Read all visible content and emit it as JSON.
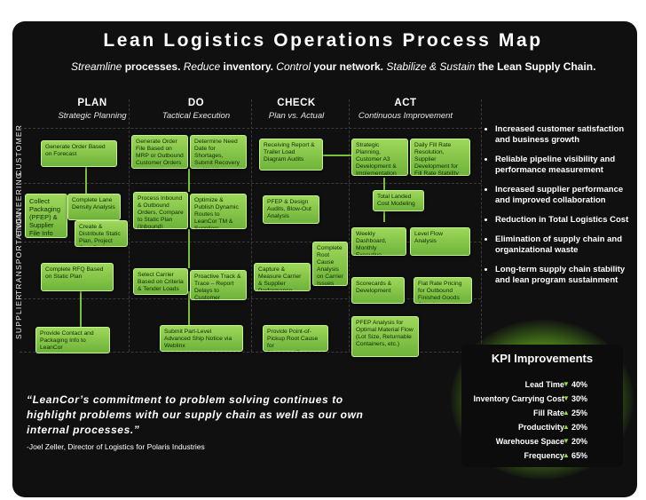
{
  "title": "Lean Logistics Operations Process Map",
  "subtitle": {
    "w1": "Streamline",
    "b1": "processes.",
    "w2": "Reduce",
    "b2": "inventory.",
    "w3": "Control",
    "b3": "your network.",
    "w4": "Stabilize & Sustain",
    "b4": "the Lean Supply Chain."
  },
  "phases": [
    {
      "name": "PLAN",
      "sub": "Strategic Planning"
    },
    {
      "name": "DO",
      "sub": "Tactical Execution"
    },
    {
      "name": "CHECK",
      "sub": "Plan vs. Actual"
    },
    {
      "name": "ACT",
      "sub": "Continuous Improvement"
    }
  ],
  "lanes": [
    "CUSTOMER",
    "ENGINEERING",
    "TRANSPORTATION",
    "SUPPLIER"
  ],
  "boxes": {
    "gen_order": "Generate Order Based on Forecast",
    "gen_order_file": "Generate Order File Based on MRP or Outbound Customer Orders",
    "need_date": "Determine Need Date for Shortages, Submit Recovery via Weblinx",
    "receiving": "Receiving Report & Trailer Load Diagram Audits",
    "strategic": "Strategic Planning, Customer A3 Development & Implementation",
    "daily_fill": "Daily Fill Rate Resolution, Supplier Development for Fill Rate Stability",
    "collect": "Collect Packaging (PFEP) & Supplier File Info",
    "lane_analysis": "Complete Lane Density Analysis",
    "static_plan": "Create & Distribute Static Plan, Project Cost Savings",
    "inbound": "Process Inbound & Outbound Orders, Compare to Static Plan (Inbound)",
    "optimize": "Optimize & Publish Dynamic Routes to LeanCor TM & Suppliers",
    "pfep": "PFEP & Design Audits, Blow-Out Analysis",
    "landed": "Total Landed Cost Modeling",
    "dashboard": "Weekly Dashboard, Monthly Executive Summary",
    "level_flow": "Level Flow Analysis",
    "root_cause": "Complete Root Cause Analysis on Carrier Issues",
    "rfq": "Complete RFQ Based on Static Plan",
    "carrier": "Select Carrier Based on Criteria & Tender Loads",
    "track": "Proactive Track & Trace – Report Delays to Customer",
    "capture": "Capture & Measure Carrier & Supplier Performance",
    "scorecards": "Scorecards & Development",
    "flat_rate": "Flat Rate Pricing for Outbound Finished Goods Shipping",
    "contact": "Provide Contact and Packaging Info to LeanCor",
    "part_level": "Submit Part-Level Advanced Ship Notice via Weblinx",
    "point_of_pickup": "Provide Point-of-Pickup Root Cause for Shortages/Overages",
    "pfep_optimal": "PFEP Analysis for Optimal Material Flow (Lot Size, Returnable Containers, etc.)"
  },
  "benefits": [
    "Increased customer satisfaction and business growth",
    "Reliable pipeline visibility and performance measurement",
    "Increased supplier performance and improved collaboration",
    "Reduction in Total Logistics Cost",
    "Elimination of supply chain and organizational waste",
    "Long-term supply chain stability and lean program sustainment"
  ],
  "kpi": {
    "title": "KPI Improvements",
    "rows": [
      {
        "label": "Lead Time",
        "value": "40%",
        "dir": "down"
      },
      {
        "label": "Inventory Carrying Cost",
        "value": "30%",
        "dir": "down"
      },
      {
        "label": "Fill Rate",
        "value": "25%",
        "dir": "up"
      },
      {
        "label": "Productivity",
        "value": "20%",
        "dir": "up"
      },
      {
        "label": "Warehouse Space",
        "value": "20%",
        "dir": "down"
      },
      {
        "label": "Frequency",
        "value": "65%",
        "dir": "up"
      }
    ]
  },
  "quote": {
    "text": "“LeanCor’s commitment to problem solving continues to highlight problems with our supply chain as well as our own internal processes.”",
    "attribution": "-Joel Zeller, Director of Logistics for Polaris Industries"
  },
  "colors": {
    "accent": "#8ee04a",
    "box": "#8fcc4e",
    "background": "#101010"
  }
}
